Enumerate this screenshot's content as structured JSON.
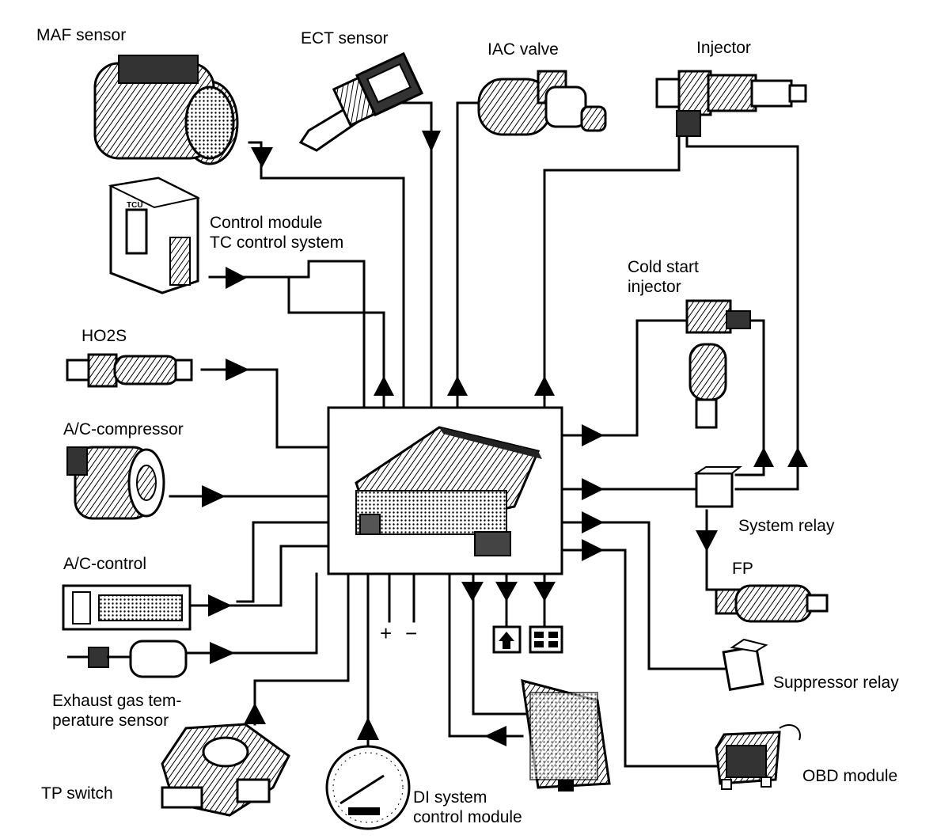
{
  "labels": {
    "maf_sensor": "MAF sensor",
    "ect_sensor": "ECT sensor",
    "iac_valve": "IAC valve",
    "injector": "Injector",
    "control_module_line1": "Control module",
    "control_module_line2": "TC control system",
    "tcu_text": "TCU",
    "cold_start_line1": "Cold start",
    "cold_start_line2": "injector",
    "ho2s": "HO2S",
    "ac_compressor": "A/C-compressor",
    "system_relay": "System relay",
    "fp": "FP",
    "ac_control": "A/C-control",
    "exhaust_line1": "Exhaust gas tem-",
    "exhaust_line2": "perature sensor",
    "suppressor_relay": "Suppressor relay",
    "tp_switch": "TP switch",
    "di_line1": "DI system",
    "di_line2": "control module",
    "obd_module": "OBD module",
    "plus": "+",
    "minus": "−"
  }
}
